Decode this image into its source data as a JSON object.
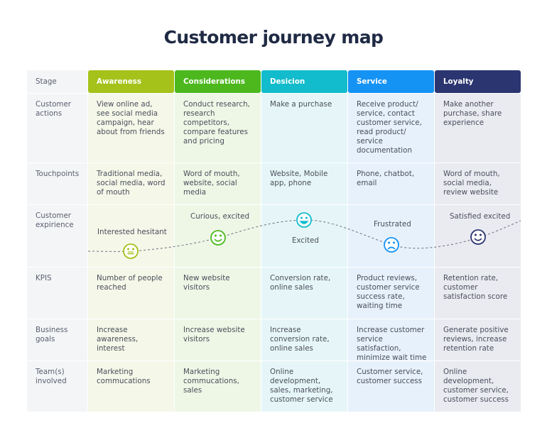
{
  "title": "Customer journey map",
  "stage_label": "Stage",
  "stages": [
    {
      "key": "awareness",
      "label": "Awareness",
      "header_color": "#a4c21a",
      "cell_color": "#f5f7e8"
    },
    {
      "key": "considerations",
      "label": "Considerations",
      "header_color": "#4cb81e",
      "cell_color": "#eef7e6"
    },
    {
      "key": "decision",
      "label": "Desicion",
      "header_color": "#12bccc",
      "cell_color": "#e6f6f8"
    },
    {
      "key": "service",
      "label": "Service",
      "header_color": "#1593f5",
      "cell_color": "#e6f1fc"
    },
    {
      "key": "loyalty",
      "label": "Loyalty",
      "header_color": "#2b3570",
      "cell_color": "#eaebf1"
    }
  ],
  "rows": [
    {
      "label": "Customer actions",
      "cells": [
        "View online ad, see social media campaign, hear about from friends",
        "Conduct research, research competitors, compare features and pricing",
        "Make a purchase",
        "Receive product/ service, contact customer service, read product/ service documentation",
        "Make another purchase, share experience"
      ]
    },
    {
      "label": "Touchpoints",
      "cells": [
        "Traditional media, social media, word of mouth",
        "Word of mouth, website, social media",
        "Website, Mobile app, phone",
        "Phone, chatbot, email",
        "Word of mouth, social media, review website"
      ]
    },
    {
      "label": "Customer expirience",
      "cells": [
        "",
        "",
        "",
        "",
        ""
      ]
    },
    {
      "label": "KPIS",
      "cells": [
        "Number of people reached",
        "New website visitors",
        "Conversion rate, online sales",
        "Product reviews, customer service success rate, waiting time",
        "Retention rate, customer satisfaction score"
      ]
    },
    {
      "label": "Business goals",
      "cells": [
        "Increase awareness, interest",
        "Increase website visitors",
        "Increase conversion rate, online sales",
        "Increase customer service satisfaction, minimize wait time",
        "Generate positive reviews, increase retention rate"
      ]
    },
    {
      "label": "Team(s) involved",
      "cells": [
        "Marketing commucations",
        "Marketing commucations, sales",
        "Online development, sales, marketing, customer service",
        "Customer service, customer success",
        "Online development, customer service, customer success"
      ]
    }
  ],
  "experience": [
    {
      "label": "Interested hesitant",
      "emotion": "neutral-face-icon",
      "color": "#a4c21a"
    },
    {
      "label": "Curious, excited",
      "emotion": "smile-face-icon",
      "color": "#4cb81e"
    },
    {
      "label": "Excited",
      "emotion": "grin-face-icon",
      "color": "#12bccc"
    },
    {
      "label": "Frustrated",
      "emotion": "sad-face-icon",
      "color": "#1593f5"
    },
    {
      "label": "Satisfied excited",
      "emotion": "smile-face-icon",
      "color": "#2b3570"
    }
  ]
}
